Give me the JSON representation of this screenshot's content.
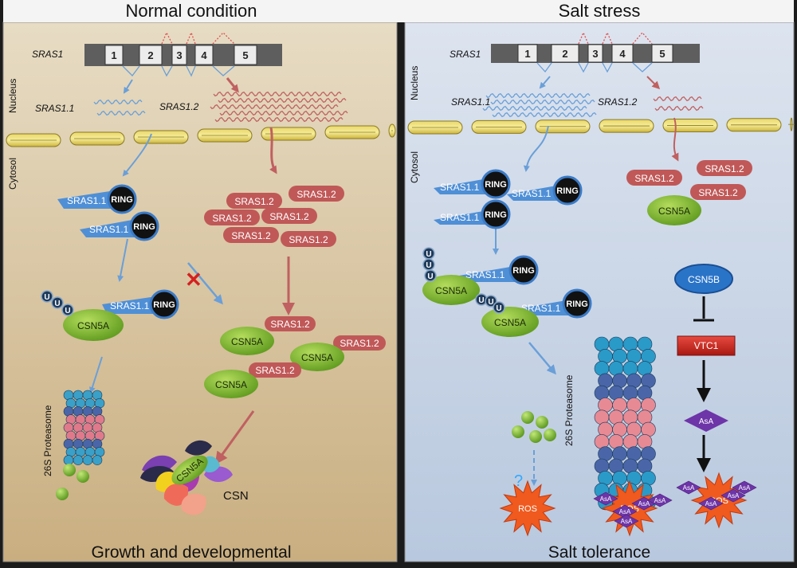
{
  "panels": {
    "left": {
      "title": "Normal condition",
      "bottom": "Growth and developmental"
    },
    "right": {
      "title": "Salt stress",
      "bottom": "Salt tolerance"
    }
  },
  "compartments": {
    "nucleus": "Nucleus",
    "cytosol": "Cytosol"
  },
  "gene": {
    "name": "SRAS1",
    "exons": [
      "1",
      "2",
      "3",
      "4",
      "5"
    ],
    "isoform1": "SRAS1.1",
    "isoform2": "SRAS1.2"
  },
  "proteins": {
    "sras11": "SRAS1.1",
    "sras12": "SRAS1.2",
    "ring": "RING",
    "csn5a": "CSN5A",
    "csn5b": "CSN5B",
    "vtc1": "VTC1",
    "asa": "AsA",
    "ros": "ROS",
    "ubiquitin": "U",
    "csn": "CSN"
  },
  "labels": {
    "proteasome": "26S Proteasome",
    "question": "?",
    "blocked": "✕"
  },
  "colors": {
    "left_bg": "#d9c7a4",
    "right_bg": "#c9d4e6",
    "blue": "#6a9fd8",
    "red": "#c26a6a",
    "green": "#8fc13e",
    "purple": "#6d35a8",
    "orange": "#f05a1e"
  }
}
